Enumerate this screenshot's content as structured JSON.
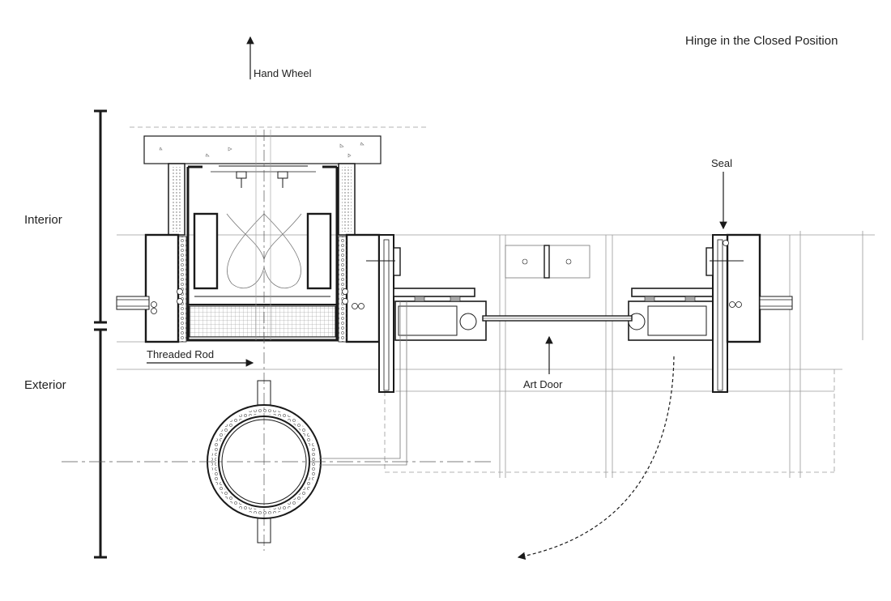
{
  "title": "Hinge in the Closed Position",
  "zones": {
    "interior": "Interior",
    "exterior": "Exterior"
  },
  "labels": {
    "hand_wheel": "Hand Wheel",
    "threaded_rod": "Threaded Rod",
    "art_door": "Art Door",
    "seal": "Seal"
  },
  "colors": {
    "line": "#1a1a1a",
    "thin": "#555555",
    "faint": "#9a9a9a"
  }
}
